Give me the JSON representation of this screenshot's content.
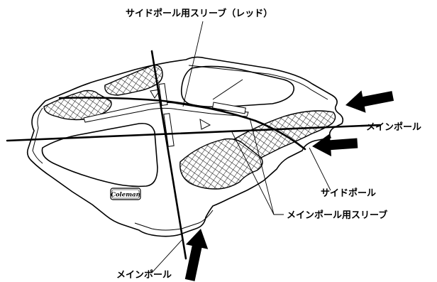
{
  "labels": {
    "side_pole_sleeve": "サイドポール用スリーブ（レッド）",
    "main_pole_right": "メインポール",
    "side_pole": "サイドポール",
    "main_pole_sleeve": "メインポール用スリーブ",
    "main_pole_bottom": "メインポール"
  },
  "logo": "Coleman"
}
